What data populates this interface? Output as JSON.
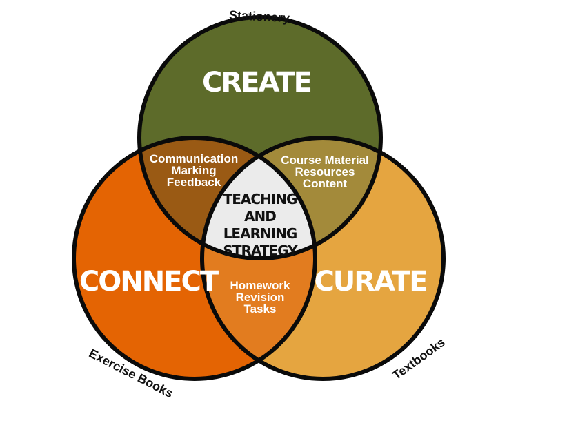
{
  "colors": {
    "create": "#5d6b2a",
    "connect": "#e46403",
    "curate": "#e5a540",
    "create_connect": "#9a5a14",
    "create_curate": "#a38a3a",
    "connect_curate": "#e27c1f",
    "center": "#ebebeb",
    "stroke": "#0a0a0a"
  },
  "circles": {
    "create": "CREATE",
    "connect": "CONNECT",
    "curate": "CURATE"
  },
  "intersections": {
    "create_connect": [
      "Communication",
      "Marking",
      "Feedback"
    ],
    "create_curate": [
      "Course Material",
      "Resources",
      "Content"
    ],
    "connect_curate": [
      "Homework",
      "Revision",
      "Tasks"
    ],
    "center": [
      "TEACHING",
      "AND",
      "LEARNING",
      "STRATEGY"
    ]
  },
  "outer_labels": {
    "top": "Stationery",
    "bottom_left": "Exercise Books",
    "bottom_right": "Textbooks"
  }
}
